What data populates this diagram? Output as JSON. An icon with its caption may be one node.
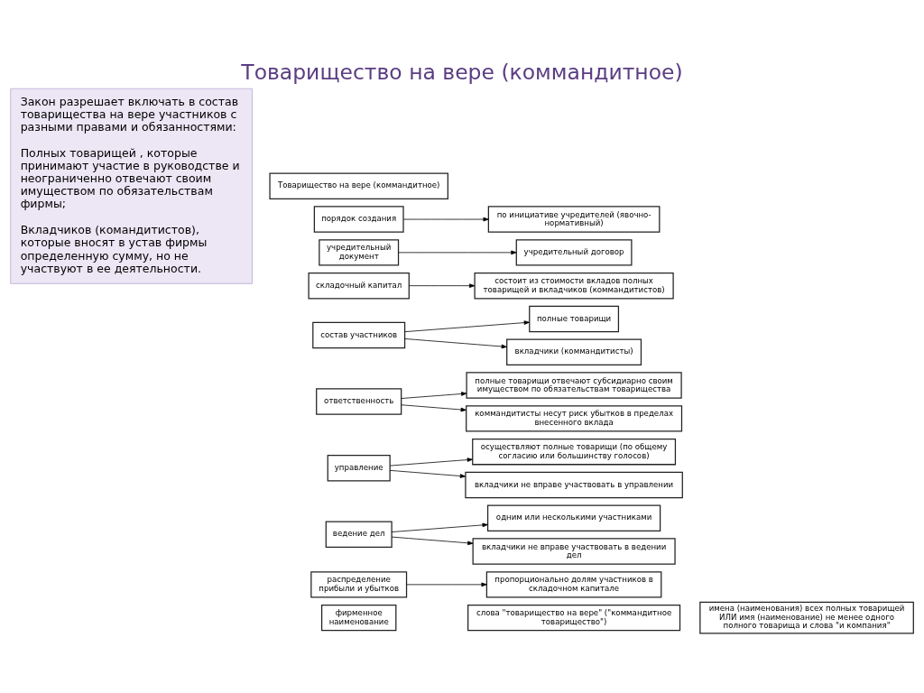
{
  "diagram": {
    "title": "Товарищество на вере (коммандитное)",
    "nodes": [
      {
        "text": [
          "Закон разрешает включать в состав товарищества на вере участников с разными правами и обязанностями:",
          "Полных товарищей , которые принимают участие в руководстве и неограниченно отвечают своим имуществом по обязательствам фирмы;",
          "Вкладчиков (командитистов), которые вносят в устав фирмы определенную сумму, но не участвуют в ее деятельности."
        ]
      },
      {
        "text": [
          "Товарищество на вере (коммандитное)"
        ]
      },
      {
        "text": [
          "порядок создания"
        ]
      },
      {
        "text": [
          "по инициативе учредителей (явочно-нормативный)"
        ]
      },
      {
        "text": [
          "учредительный документ"
        ]
      },
      {
        "text": [
          "учредительный договор"
        ]
      },
      {
        "text": [
          "складочный капитал"
        ]
      },
      {
        "text": [
          "состоит из стоимости вкладов полных товарищей и вкладчиков (коммандитистов)"
        ]
      },
      {
        "text": [
          "состав участников"
        ]
      },
      {
        "text": [
          "полные товарищи"
        ]
      },
      {
        "text": [
          "вкладчики (коммандитисты)"
        ]
      },
      {
        "text": [
          "ответственность"
        ]
      },
      {
        "text": [
          "полные товарищи отвечают субсидиарно своим имуществом по обязательствам товарищества"
        ]
      },
      {
        "text": [
          "коммандитисты несут риск убытков в пределах внесенного вклада"
        ]
      },
      {
        "text": [
          "управление"
        ]
      },
      {
        "text": [
          "осуществляют полные товарищи (по общему согласию или большинству голосов)"
        ]
      },
      {
        "text": [
          "вкладчики не вправе участвовать в управлении"
        ]
      },
      {
        "text": [
          "ведение дел"
        ]
      },
      {
        "text": [
          "одним или несколькими участниками"
        ]
      },
      {
        "text": [
          "вкладчики не вправе участвовать в ведении дел"
        ]
      },
      {
        "text": [
          "распределение прибыли и убытков"
        ]
      },
      {
        "text": [
          "пропорционально долям участников в складочном капитале"
        ]
      },
      {
        "text": [
          "фирменное наименование"
        ]
      },
      {
        "text": [
          "слова \"товарищество на вере\" (\"коммандитное товарищество\")"
        ]
      },
      {
        "text": [
          "имена (наименования) всех полных товарищей ИЛИ имя (наименование) не менее одного полного товарища и слова \"и компания\""
        ]
      }
    ],
    "edges": [
      {
        "from": 2,
        "to": 3,
        "arrow": "to"
      },
      {
        "from": 4,
        "to": 5,
        "arrow": "to"
      },
      {
        "from": 6,
        "to": 7,
        "arrow": "to"
      },
      {
        "from": 8,
        "to": 9,
        "arrow": "to"
      },
      {
        "from": 8,
        "to": 10,
        "arrow": "to"
      },
      {
        "from": 11,
        "to": 12,
        "arrow": "to"
      },
      {
        "from": 11,
        "to": 13,
        "arrow": "to"
      },
      {
        "from": 14,
        "to": 15,
        "arrow": "to"
      },
      {
        "from": 14,
        "to": 16,
        "arrow": "to"
      },
      {
        "from": 17,
        "to": 18,
        "arrow": "to"
      },
      {
        "from": 17,
        "to": 19,
        "arrow": "to"
      },
      {
        "from": 20,
        "to": 21,
        "arrow": "to"
      }
    ]
  }
}
